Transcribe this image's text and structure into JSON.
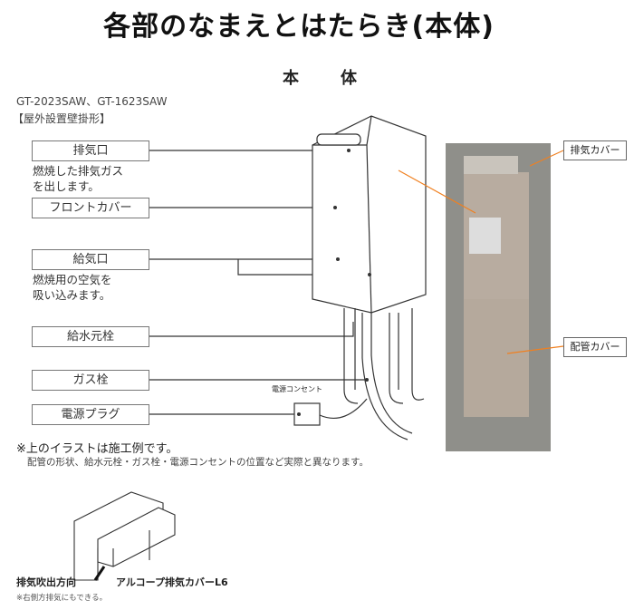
{
  "title": "各部のなまえとはたらき(本体)",
  "subtitle": "本　体",
  "models": "GT-2023SAW、GT-1623SAW",
  "install_type": "【屋外設置壁掛形】",
  "parts": [
    {
      "label": "排気口",
      "desc": [
        "燃焼した排気ガス",
        "を出します。"
      ]
    },
    {
      "label": "フロントカバー"
    },
    {
      "label": "給気口",
      "desc": [
        "燃焼用の空気を",
        "吸い込みます。"
      ]
    },
    {
      "label": "給水元栓"
    },
    {
      "label": "ガス栓"
    },
    {
      "label": "電源プラグ"
    }
  ],
  "outlet_label": "電源コンセント",
  "note1": "※上のイラストは施工例です。",
  "note2": "配管の形状、給水元栓・ガス栓・電源コンセントの位置など実際と異なります。",
  "photo_labels": [
    "排気カバー",
    "配管カバー"
  ],
  "bottom": {
    "direction_label": "排気吹出方向",
    "cover_label": "アルコープ排気カバーL6",
    "note": "※右側方排気にもできる。"
  }
}
